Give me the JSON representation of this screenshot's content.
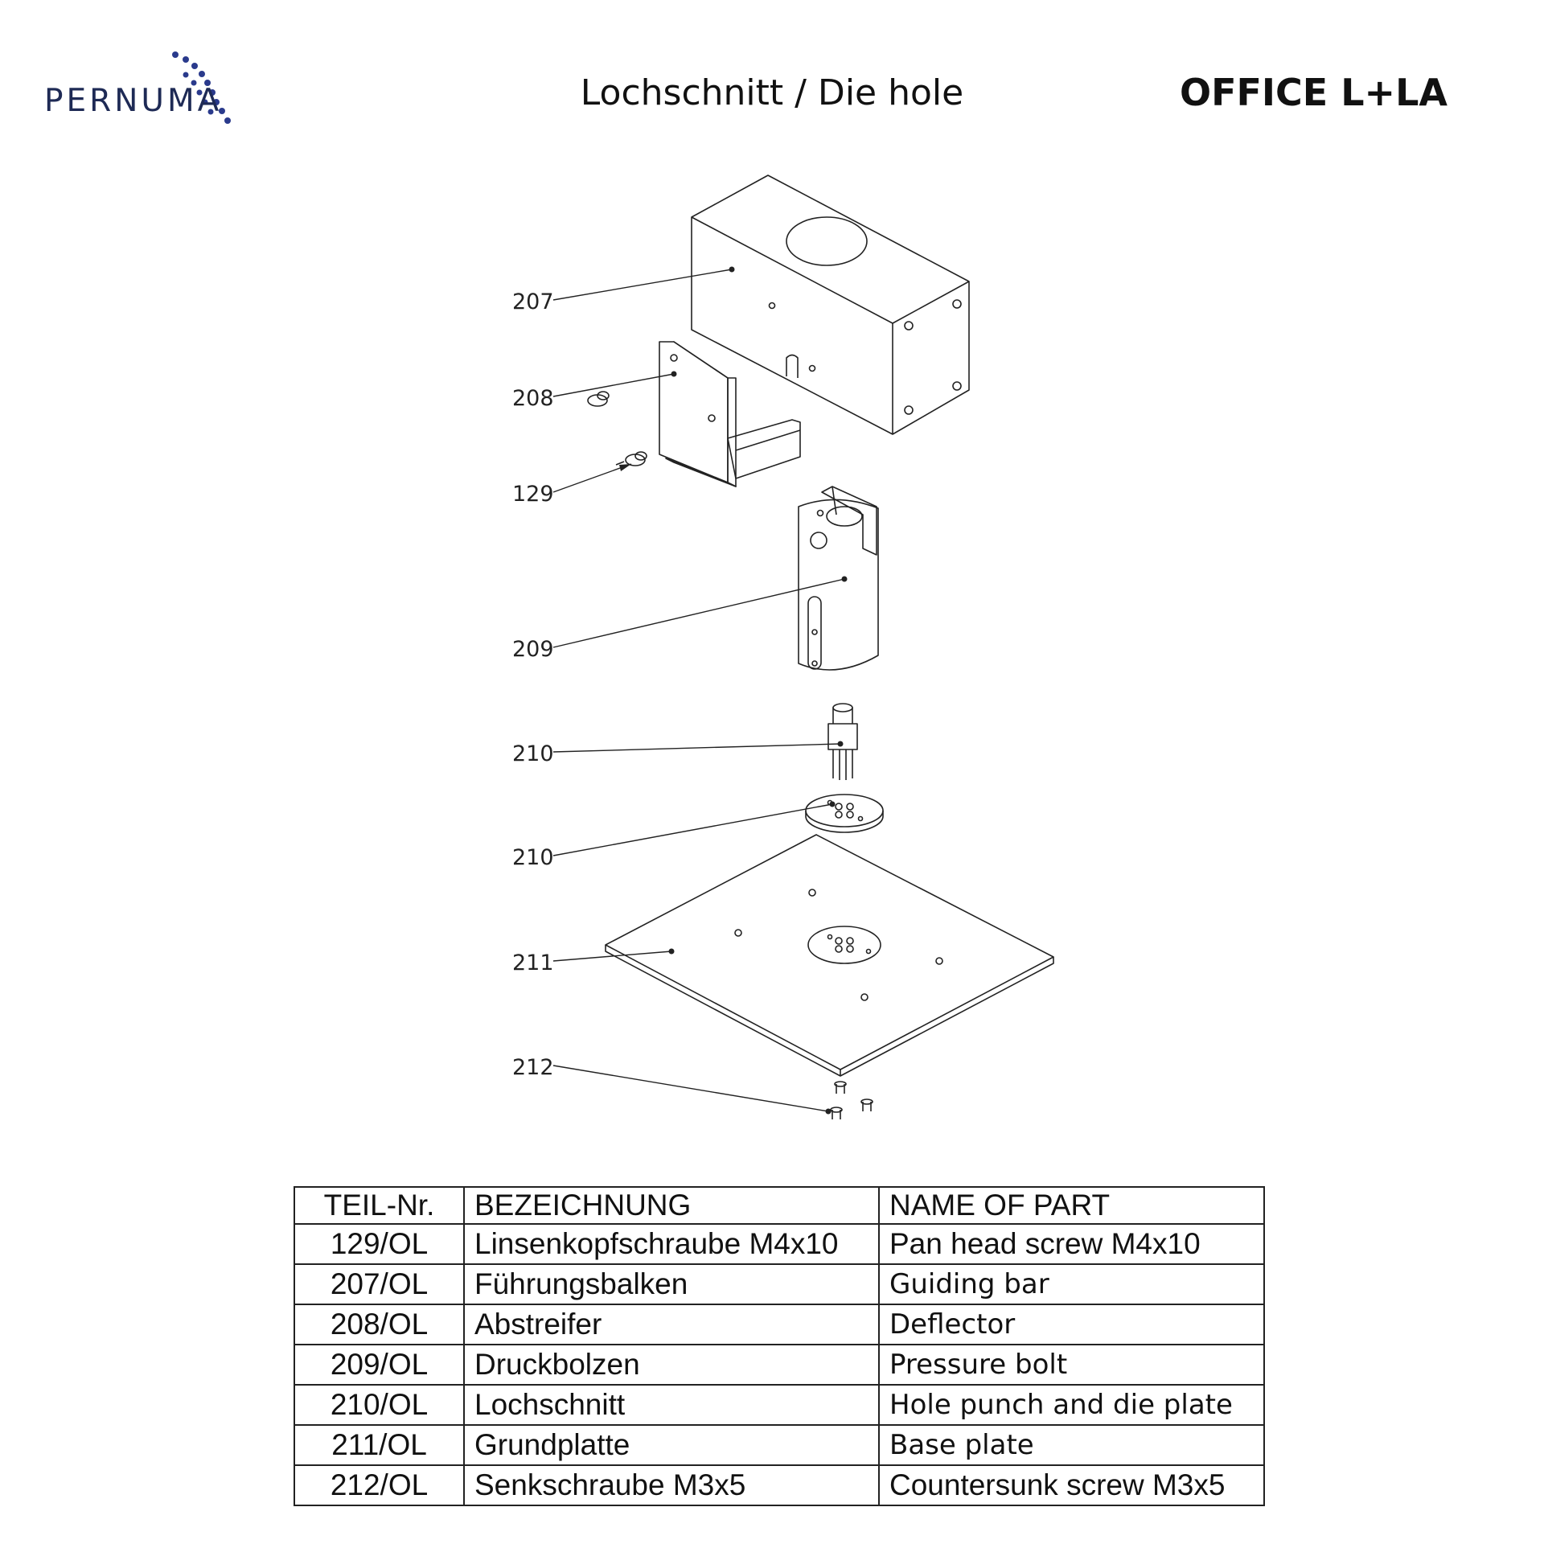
{
  "header": {
    "logo_text": "PERNUMA",
    "title": "Lochschnitt / Die hole",
    "model": "OFFICE L+LA"
  },
  "callouts": [
    "207",
    "208",
    "129",
    "209",
    "210",
    "210",
    "211",
    "212"
  ],
  "table": {
    "headers": [
      "TEIL-Nr.",
      "BEZEICHNUNG",
      "NAME OF PART"
    ],
    "rows": [
      [
        "129/OL",
        "Linsenkopfschraube M4x10",
        "Pan head screw M4x10"
      ],
      [
        "207/OL",
        "Führungsbalken",
        "Guiding bar"
      ],
      [
        "208/OL",
        "Abstreifer",
        "Deflector"
      ],
      [
        "209/OL",
        "Druckbolzen",
        "Pressure bolt"
      ],
      [
        "210/OL",
        "Lochschnitt",
        "Hole punch and die plate"
      ],
      [
        "211/OL",
        "Grundplatte",
        "Base plate"
      ],
      [
        "212/OL",
        "Senkschraube M3x5",
        "Countersunk screw M3x5"
      ]
    ]
  },
  "colors": {
    "logo": "#1e2a55",
    "logo_dots": "#2a3a8c",
    "line": "#222222"
  }
}
